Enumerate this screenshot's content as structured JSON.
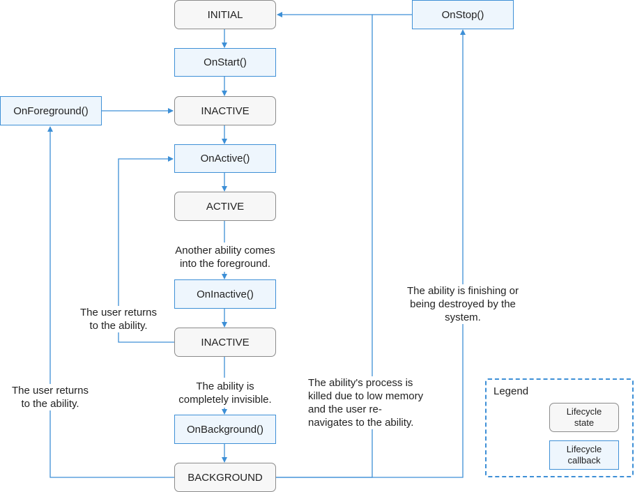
{
  "nodes": {
    "initial": "INITIAL",
    "on_start": "OnStart()",
    "inactive_1": "INACTIVE",
    "on_active": "OnActive()",
    "active": "ACTIVE",
    "on_inactive": "OnInactive()",
    "inactive_2": "INACTIVE",
    "on_background": "OnBackground()",
    "background": "BACKGROUND",
    "on_foreground": "OnForeground()",
    "on_stop": "OnStop()"
  },
  "notes": {
    "another_ability": "Another ability comes\ninto the foreground.",
    "user_returns_inner": "The user returns\nto the ability.",
    "completely_invisible": "The ability is\ncompletely invisible.",
    "user_returns_outer": "The user returns\nto the ability.",
    "process_killed": "The ability's process is\nkilled due to low memory\nand the user re-\nnavigates to the ability.",
    "finishing": "The ability is finishing or\nbeing destroyed by the\nsystem."
  },
  "legend": {
    "title": "Legend",
    "state": "Lifecycle\nstate",
    "callback": "Lifecycle\ncallback"
  },
  "colors": {
    "arrow": "#3d8fd6",
    "callback_fill": "#eef6fd",
    "state_fill": "#f7f7f7"
  }
}
